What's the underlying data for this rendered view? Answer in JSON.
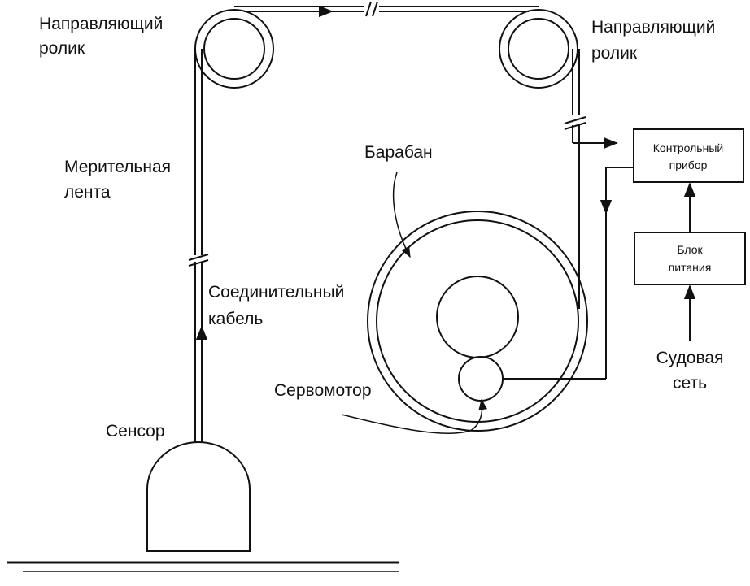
{
  "labels": {
    "guide_roller_left_line1": "Направляющий",
    "guide_roller_left_line2": "ролик",
    "guide_roller_right_line1": "Направляющий",
    "guide_roller_right_line2": "ролик",
    "measuring_tape_line1": "Мерительная",
    "measuring_tape_line2": "лента",
    "connecting_cable_line1": "Соединительный",
    "connecting_cable_line2": "кабель",
    "drum": "Барабан",
    "servomotor": "Сервомотор",
    "sensor": "Сенсор",
    "ship_network_line1": "Судовая",
    "ship_network_line2": "сеть"
  },
  "boxes": {
    "control_device_line1": "Контрольный",
    "control_device_line2": "прибор",
    "power_unit_line1": "Блок",
    "power_unit_line2": "питания"
  }
}
